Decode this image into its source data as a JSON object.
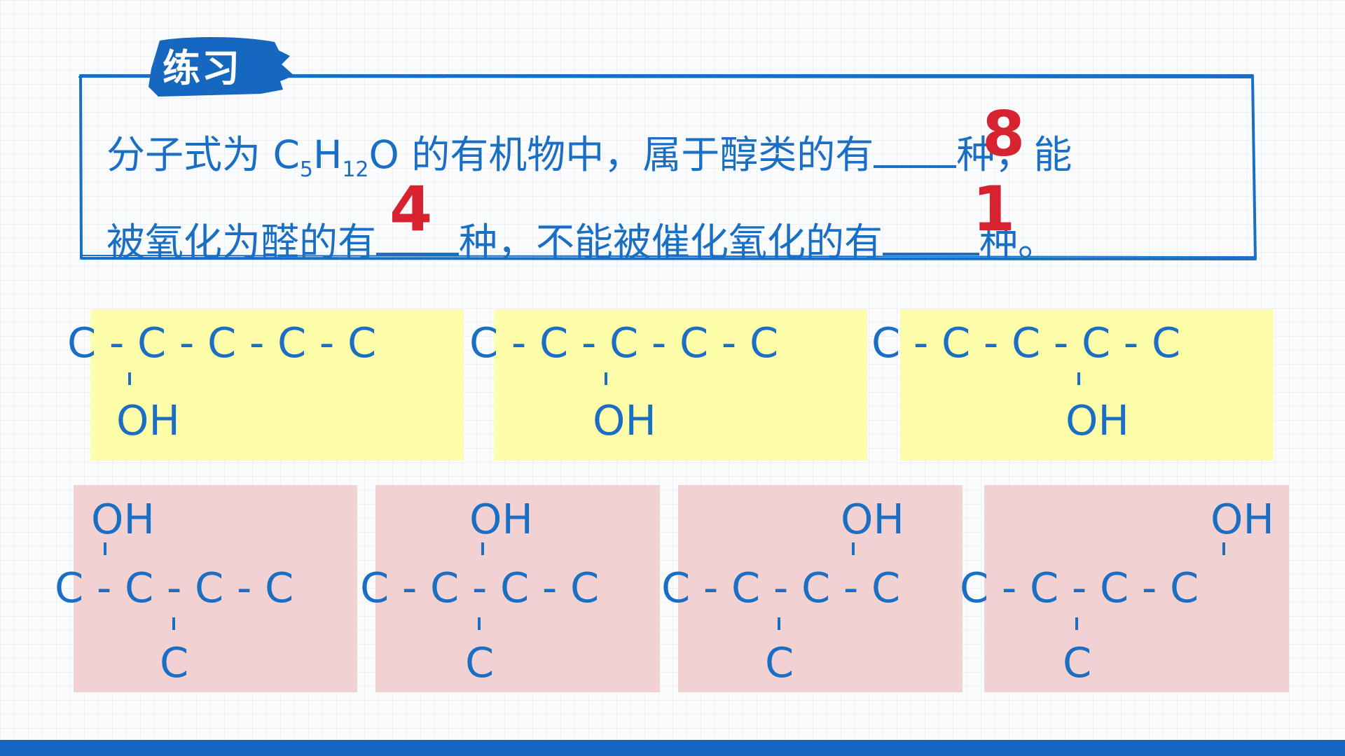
{
  "badge": {
    "label": "练习"
  },
  "question": {
    "line1_prefix": "分子式为 C",
    "sub1": "5",
    "line1_mid1": "H",
    "sub2": "12",
    "line1_mid2": "O 的有机物中，属于醇类的有",
    "line1_suffix": "种，能",
    "line2_prefix": "被氧化为醛的有",
    "line2_mid": "种，不能被催化氧化的有",
    "line2_suffix": "种。"
  },
  "answers": {
    "alcohols": "8",
    "aldehyde": "4",
    "not_oxidized": "1"
  },
  "colors": {
    "text": "#1a6fc4",
    "answer": "#d7222f",
    "yellow_box": "#fefda9",
    "pink_box": "#f1d1d1",
    "bar": "#1567bf"
  },
  "structures": {
    "chain_a": "C - C - C - C - C",
    "chain_b": "C - C - C - C",
    "atom_oh": "OH",
    "atom_c": "C"
  }
}
